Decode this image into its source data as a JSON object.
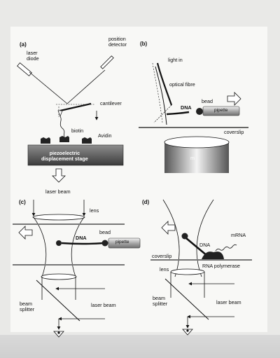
{
  "panels": {
    "a": {
      "letter": "(a)",
      "laser_diode": "laser\ndiode",
      "position_detector": "position\ndetector",
      "cantilever": "cantilever",
      "biotin": "biotin",
      "avidin": "Avidin",
      "stage": "piezoelectric\ndisplacement stage"
    },
    "b": {
      "letter": "(b)",
      "light_in": "light in",
      "optical_fibre": "optical fibre",
      "dna": "DNA",
      "bead": "bead",
      "pipette": "pipette",
      "coverslip": "coverslip",
      "objective_text": "m"
    },
    "c": {
      "letter": "(c)",
      "laser_beam_top": "laser beam",
      "lens": "lens",
      "dna": "DNA",
      "bead": "bead",
      "pipette": "pipette",
      "beam_splitter": "beam\nsplitter",
      "laser_beam": "laser beam"
    },
    "d": {
      "letter": "(d)",
      "mrna": "mRNA",
      "dna": "DNA",
      "coverslip": "coverslip",
      "lens": "lens",
      "rna_polymerase": "RNA polymerase",
      "beam_splitter": "beam\nsplitter",
      "laser_beam": "laser beam"
    }
  }
}
